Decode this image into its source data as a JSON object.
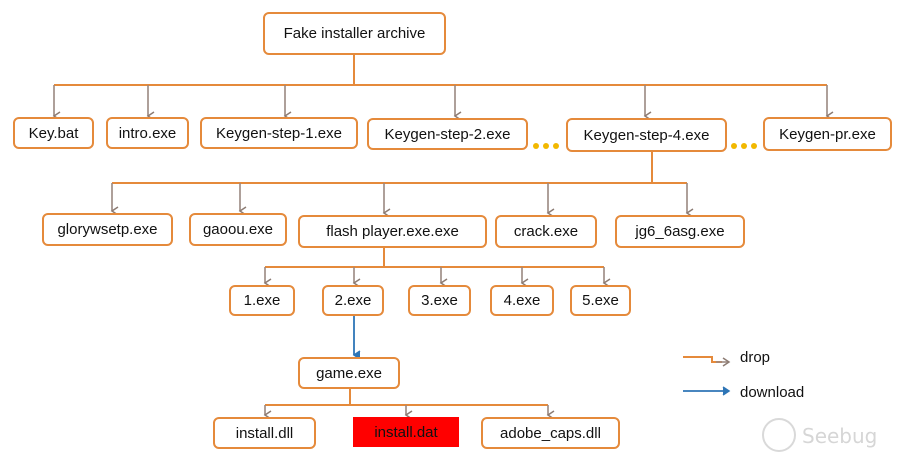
{
  "colors": {
    "drop": "#9a7b6b",
    "drop_line": "#e58a3b",
    "download": "#2e75b6",
    "node_border": "#e58a3b",
    "highlight_fill": "#ff0000",
    "dots": "#f2b800"
  },
  "nodes": {
    "root": "Fake installer archive",
    "key_bat": "Key.bat",
    "intro_exe": "intro.exe",
    "keygen1": "Keygen-step-1.exe",
    "keygen2": "Keygen-step-2.exe",
    "keygen4": "Keygen-step-4.exe",
    "keygen_pr": "Keygen-pr.exe",
    "glorywsetp": "glorywsetp.exe",
    "gaoou": "gaoou.exe",
    "flash": "flash player.exe.exe",
    "crack": "crack.exe",
    "jg6": "jg6_6asg.exe",
    "e1": "1.exe",
    "e2": "2.exe",
    "e3": "3.exe",
    "e4": "4.exe",
    "e5": "5.exe",
    "game": "game.exe",
    "install_dll": "install.dll",
    "install_dat": "install.dat",
    "adobe_caps": "adobe_caps.dll"
  },
  "legend": {
    "drop": "drop",
    "download": "download"
  },
  "watermark": {
    "text": "Seebug",
    "icon": "seebug-logo-icon"
  }
}
